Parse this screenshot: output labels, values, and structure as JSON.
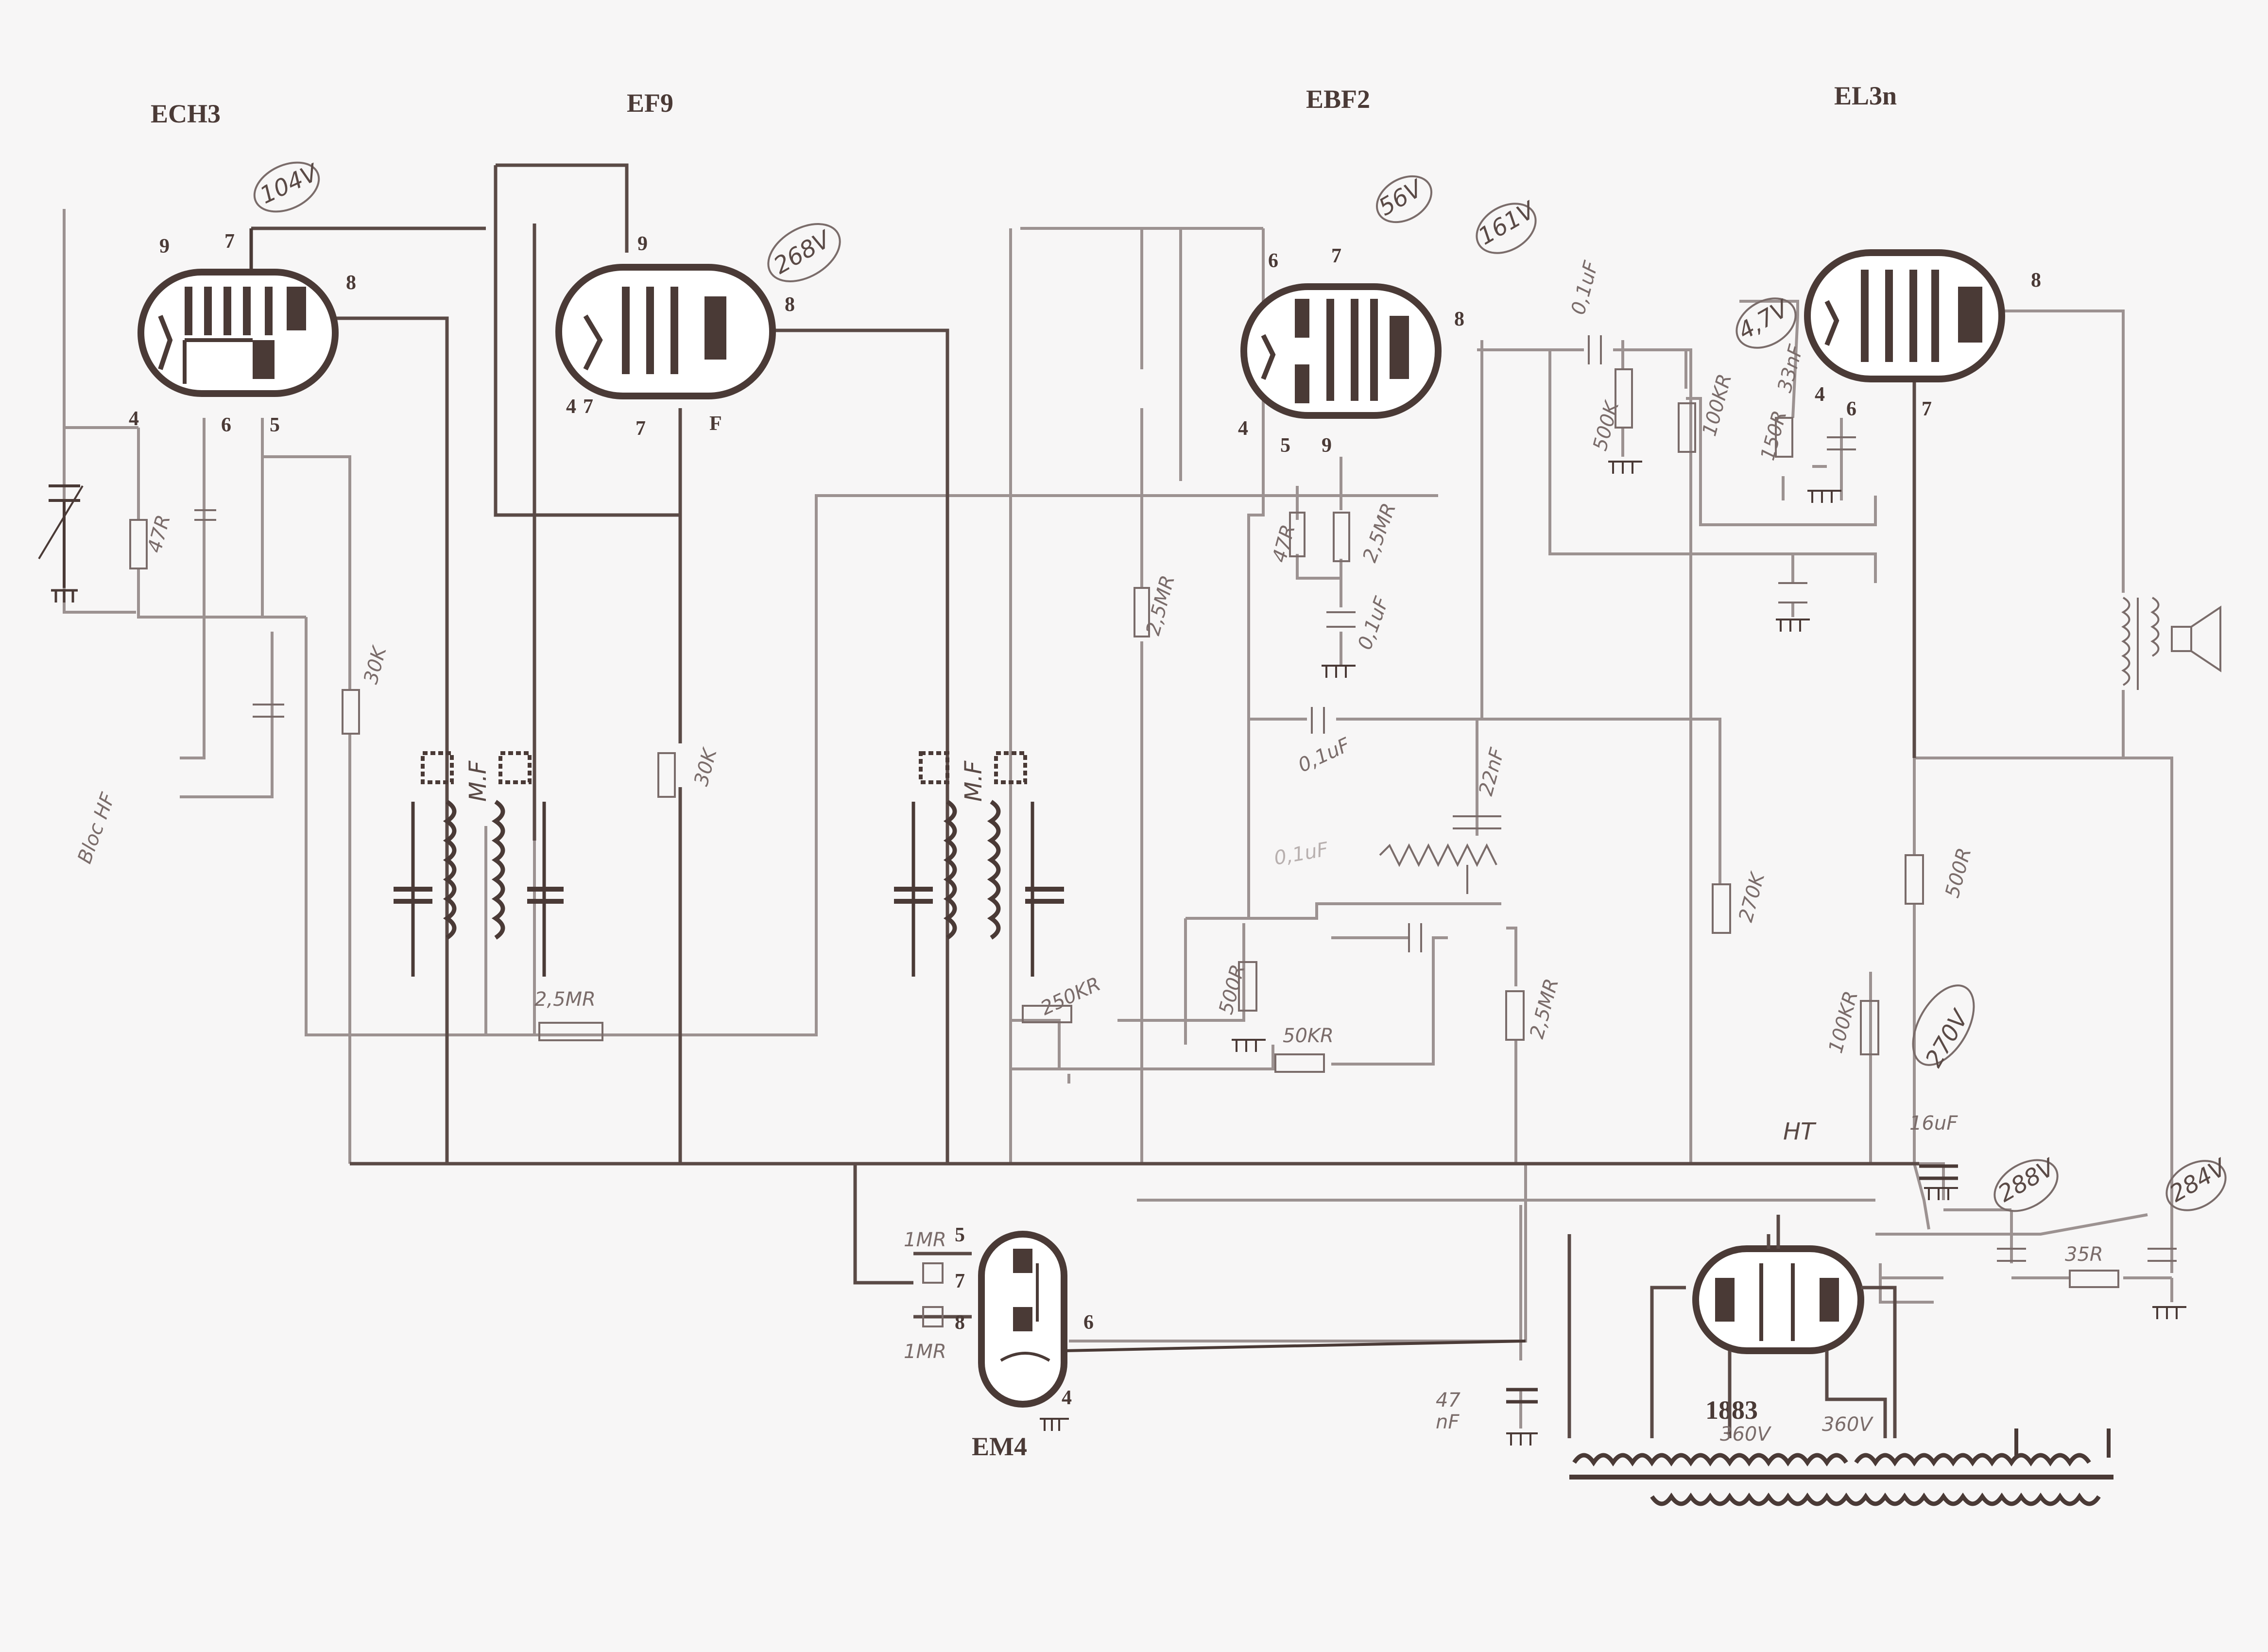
{
  "tubes": {
    "ech3": {
      "name": "ECH3",
      "pins": [
        "9",
        "7",
        "8",
        "4",
        "6",
        "5"
      ]
    },
    "ef9": {
      "name": "EF9",
      "pins": [
        "9",
        "8",
        "4",
        "7",
        "7",
        "F"
      ]
    },
    "ebf2": {
      "name": "EBF2",
      "pins": [
        "6",
        "7",
        "8",
        "4",
        "5",
        "9"
      ]
    },
    "el3n": {
      "name": "EL3n",
      "pins": [
        "8",
        "4",
        "6",
        "7"
      ]
    },
    "em4": {
      "name": "EM4",
      "pins": [
        "5",
        "7",
        "8",
        "6",
        "4"
      ]
    },
    "rect": {
      "name": "1883"
    }
  },
  "voltages": [
    "104V",
    "268V",
    "56V",
    "161V",
    "4,7V",
    "270V",
    "288V",
    "284V"
  ],
  "transformer_taps": [
    "360V",
    "360V"
  ],
  "components": {
    "r_47_ech3": "47R",
    "r_30k_1": "30K",
    "r_30k_2": "30K",
    "if_label_1": "M.F",
    "if_label_2": "M.F",
    "r_2m5_if": "2,5MR",
    "bloc": "Bloc\nHF",
    "c_ebf2_top": "0,1uF",
    "r_500k_grid": "500K",
    "r_100k_el3": "100KR",
    "r_150_el3": "150R",
    "c_33n": "33nF",
    "r_2m5_ebf2": "2,5MR",
    "r_47_ebf2": "47R",
    "c_ebf2_01": "0,1uF",
    "r_2m5_mid": "2,5MR",
    "c_01_mid": "0,1uF",
    "c_22n": "22nF",
    "c_ghost": "0,1uF",
    "r_270k": "270K",
    "r_500_cath": "500R",
    "r_50k": "50KR",
    "r_250k": "250KR",
    "r_2m5_low": "2,5MR",
    "r_100k_ht": "100KR",
    "r_500_ht": "500R",
    "ht": "HT",
    "c_16u": "16uF",
    "r_35": "35R",
    "c_47n_val": "47",
    "c_47n_unit": "nF",
    "em4_r1": "1MR",
    "em4_r2": "1MR"
  }
}
